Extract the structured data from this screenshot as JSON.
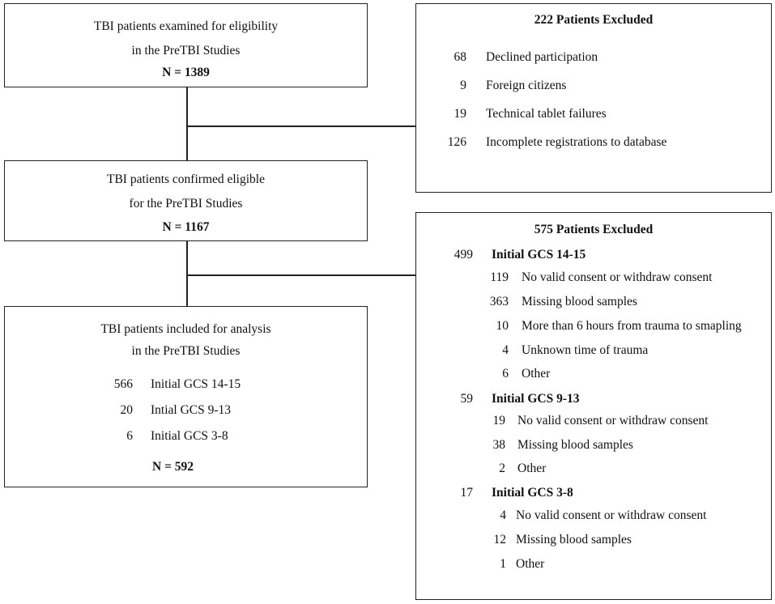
{
  "examined": {
    "line1": "TBI patients examined for eligibility",
    "line2": "in the PreTBI Studies",
    "n": "N = 1389"
  },
  "excluded1": {
    "title": "222 Patients Excluded",
    "items": [
      {
        "count": "68",
        "label": "Declined participation"
      },
      {
        "count": "9",
        "label": "Foreign citizens"
      },
      {
        "count": "19",
        "label": "Technical tablet failures"
      },
      {
        "count": "126",
        "label": "Incomplete registrations to database"
      }
    ]
  },
  "confirmed": {
    "line1": "TBI patients confirmed eligible",
    "line2": "for the PreTBI  Studies",
    "n": "N =  1167"
  },
  "included": {
    "line1": "TBI patients  included for analysis",
    "line2": "in the PreTBI Studies",
    "items": [
      {
        "count": "566",
        "label": "Initial GCS 14-15"
      },
      {
        "count": "20",
        "label": "Intial GCS 9-13"
      },
      {
        "count": "6",
        "label": "Initial  GCS 3-8"
      }
    ],
    "n": "N = 592"
  },
  "excluded2": {
    "title": "575 Patients Excluded",
    "groups": [
      {
        "count": "499",
        "label": "Initial GCS 14-15",
        "items": [
          {
            "count": "119",
            "label": "No valid consent or withdraw consent"
          },
          {
            "count": "363",
            "label": "Missing blood samples"
          },
          {
            "count": "10",
            "label": "More than 6 hours from trauma to smapling"
          },
          {
            "count": "4",
            "label": "Unknown time of trauma"
          },
          {
            "count": "6",
            "label": "Other"
          }
        ]
      },
      {
        "count": "59",
        "label": "Initial GCS 9-13",
        "items": [
          {
            "count": "19",
            "label": "No valid consent or withdraw consent"
          },
          {
            "count": "38",
            "label": "Missing blood samples"
          },
          {
            "count": "2",
            "label": "Other"
          }
        ]
      },
      {
        "count": "17",
        "label": "Initial  GCS 3-8",
        "items": [
          {
            "count": "4",
            "label": "No valid consent or withdraw consent"
          },
          {
            "count": "12",
            "label": "Missing blood samples"
          },
          {
            "count": "1",
            "label": "Other"
          }
        ]
      }
    ]
  }
}
